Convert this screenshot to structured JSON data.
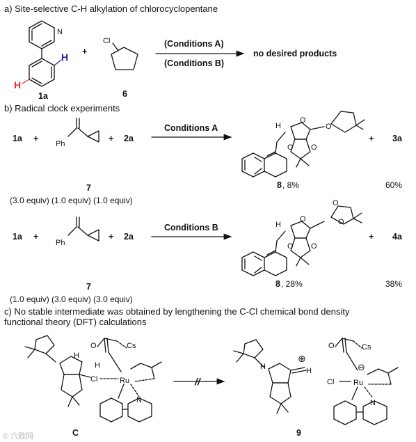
{
  "section_a": {
    "title": "a) Site-selective C-H alkylation of chlorocyclopentane",
    "reagent_label_1a": "1a",
    "reagent_label_6": "6",
    "plus": "+",
    "chlorine_atom": "Cl",
    "hydrogen_atom_red": "H",
    "hydrogen_atom_blue": "H",
    "nitrogen_atom": "N",
    "conditions_a": "(Conditions A)",
    "conditions_b": "(Conditions B)",
    "result": "no desired products",
    "colors": {
      "red_h": "#e0332f",
      "blue_h": "#1c2b8a"
    }
  },
  "section_b": {
    "title": "b) Radical clock experiments",
    "row1": {
      "reactant_1a": "1a",
      "reactant_2a": "2a",
      "clock_label": "7",
      "ph": "Ph",
      "conditions": "Conditions A",
      "equiv": "(3.0 equiv)  (1.0 equiv)  (1.0 equiv)",
      "product_label": "8",
      "product_yield": ", 8%",
      "side_product": "3a",
      "side_yield": "60%"
    },
    "row2": {
      "reactant_1a": "1a",
      "reactant_2a": "2a",
      "clock_label": "7",
      "ph": "Ph",
      "conditions": "Conditions B",
      "equiv": "(1.0 equiv)  (3.0 equiv)  (3.0 equiv)",
      "product_label": "8",
      "product_yield": ", 28%",
      "side_product": "4a",
      "side_yield": "38%"
    },
    "plus": "+",
    "atom_h": "H",
    "atom_o": "O"
  },
  "section_c": {
    "title_line1": "c) No stable intermediate was obtained by lengthening the C-Cl chemical bond density",
    "title_line2": "functional theory (DFT) calculations",
    "label_c": "C",
    "label_9": "9",
    "atom_cs": "Cs",
    "atom_ru": "Ru",
    "atom_cl": "Cl",
    "atom_n": "N",
    "atom_h": "H",
    "atom_o": "O",
    "cation": "⊕",
    "anion": "⊖",
    "no_reaction_mark": "//"
  },
  "watermark": "© 六欧网"
}
